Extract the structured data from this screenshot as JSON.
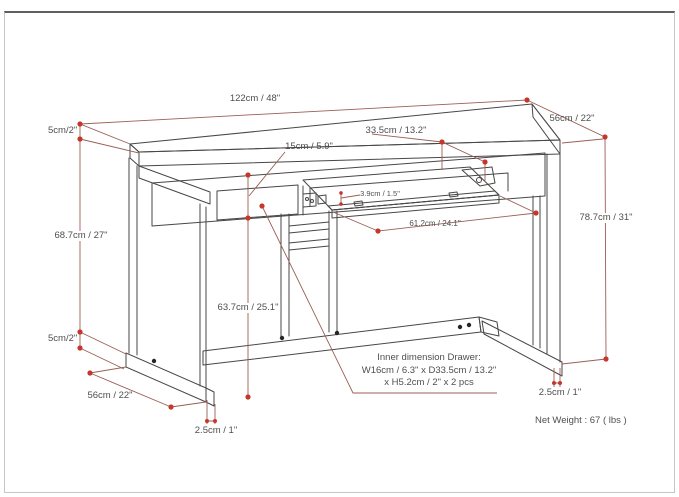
{
  "colors": {
    "outline": "#474747",
    "dimension_line": "#9a5f55",
    "marker_dot": "#c5372c",
    "text": "#4f4f4f",
    "frame_top": "#5f5f5f",
    "frame_side": "#c6c6c6"
  },
  "diagram": {
    "labels": {
      "top_width": "122cm / 48\"",
      "top_depth": "56cm / 22\"",
      "top_thickness": "5cm/2\"",
      "height_to_underside": "68.7cm / 27\"",
      "foot_height": "5cm/2\"",
      "foot_depth": "56cm / 22\"",
      "foot_tube_left": "2.5cm / 1\"",
      "apron_height": "15cm / 5.9\"",
      "knee_clearance": "63.7cm / 25.1\"",
      "tray_setback": "33.5cm / 13.2\"",
      "tray_rail": "3.9cm / 1.5\"",
      "tray_width": "61.2cm / 24.1\"",
      "overall_height": "78.7cm / 31\"",
      "leg_tube_right": "2.5cm / 1\""
    },
    "drawer_note": {
      "line1": "Inner dimension Drawer:",
      "line2": "W16cm / 6.3\" x D33.5cm / 13.2\"",
      "line3": "x H5.2cm / 2\" x 2 pcs"
    },
    "net_weight": "Net Weight : 67 ( lbs )"
  }
}
